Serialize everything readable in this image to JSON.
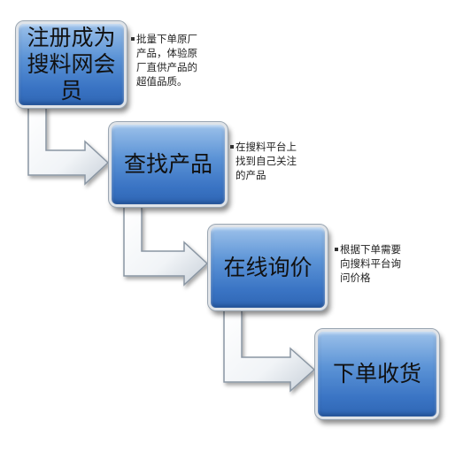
{
  "steps": [
    {
      "label": "注册成为\n搜料网会员"
    },
    {
      "label": "查找产品"
    },
    {
      "label": "在线询价"
    },
    {
      "label": "下单收货"
    }
  ],
  "notes": [
    {
      "text": "批量下单原厂\n产品，体验原\n厂直供产品的\n超值品质。"
    },
    {
      "text": "在搜料平台上\n找到自己关注\n的产品"
    },
    {
      "text": "根据下单需要\n向搜料平台询\n问价格"
    }
  ],
  "colors": {
    "box_fill_top": "#9cc1ea",
    "box_fill_bottom": "#2f66b4",
    "arrow_fill": "#ffffff",
    "arrow_stroke": "#8a96a3"
  }
}
